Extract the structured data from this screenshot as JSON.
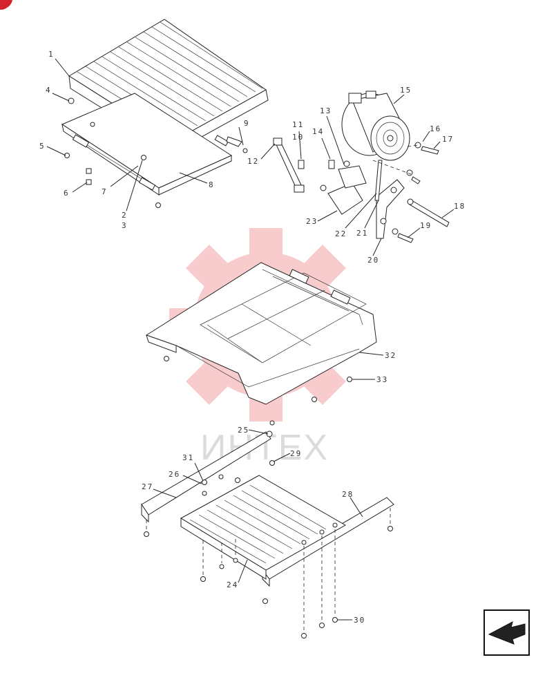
{
  "watermark": {
    "text": "ИНТЕХ",
    "gear_color": "#f4a3a3"
  },
  "accent_color": "#d4252f",
  "callouts": {
    "c1": "1",
    "c2": "2",
    "c3": "3",
    "c4": "4",
    "c5": "5",
    "c6": "6",
    "c7": "7",
    "c8": "8",
    "c9": "9",
    "c10": "10",
    "c11": "11",
    "c12": "12",
    "c13": "13",
    "c14": "14",
    "c15": "15",
    "c16": "16",
    "c17": "17",
    "c18": "18",
    "c19": "19",
    "c20": "20",
    "c21": "21",
    "c22": "22",
    "c23": "23",
    "c24": "24",
    "c25": "25",
    "c26": "26",
    "c27": "27",
    "c28": "28",
    "c29": "29",
    "c30": "30",
    "c31": "31",
    "c32": "32",
    "c33": "33"
  },
  "nav": {
    "icon": "arrow-left-icon"
  }
}
